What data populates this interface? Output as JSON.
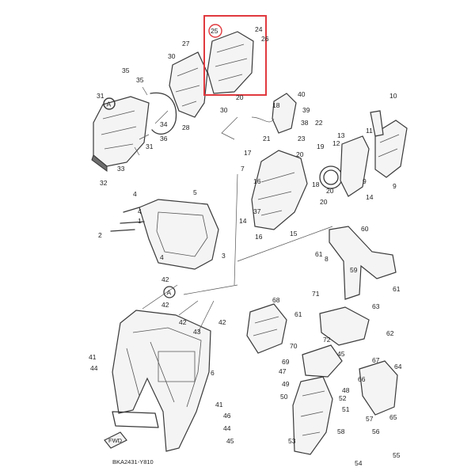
{
  "diagram": {
    "catalog_code": "BKA2431-Y810",
    "highlight_color": "#e0393e",
    "highlighted_part": "25",
    "callouts": [
      {
        "id": "c25",
        "text": "25"
      },
      {
        "id": "c24",
        "text": "24"
      },
      {
        "id": "c26",
        "text": "26"
      },
      {
        "id": "c27",
        "text": "27"
      },
      {
        "id": "c30a",
        "text": "30"
      },
      {
        "id": "c30b",
        "text": "30"
      },
      {
        "id": "c28",
        "text": "28"
      },
      {
        "id": "c20a",
        "text": "20"
      },
      {
        "id": "c35a",
        "text": "35"
      },
      {
        "id": "c35b",
        "text": "35"
      },
      {
        "id": "c31a",
        "text": "31"
      },
      {
        "id": "c34",
        "text": "34"
      },
      {
        "id": "c36",
        "text": "36"
      },
      {
        "id": "c31b",
        "text": "31"
      },
      {
        "id": "c33",
        "text": "33"
      },
      {
        "id": "c32",
        "text": "32"
      },
      {
        "id": "c40",
        "text": "40"
      },
      {
        "id": "c18a",
        "text": "18"
      },
      {
        "id": "c39",
        "text": "39"
      },
      {
        "id": "c38",
        "text": "38"
      },
      {
        "id": "c22",
        "text": "22"
      },
      {
        "id": "c21",
        "text": "21"
      },
      {
        "id": "c23",
        "text": "23"
      },
      {
        "id": "c17",
        "text": "17"
      },
      {
        "id": "c20b",
        "text": "20"
      },
      {
        "id": "c19",
        "text": "19"
      },
      {
        "id": "c12",
        "text": "12"
      },
      {
        "id": "c13",
        "text": "13"
      },
      {
        "id": "c11",
        "text": "11"
      },
      {
        "id": "c10",
        "text": "10"
      },
      {
        "id": "c9a",
        "text": "9"
      },
      {
        "id": "c9b",
        "text": "9"
      },
      {
        "id": "c7",
        "text": "7"
      },
      {
        "id": "c16",
        "text": "16"
      },
      {
        "id": "c18b",
        "text": "18"
      },
      {
        "id": "c20c",
        "text": "20"
      },
      {
        "id": "c20d",
        "text": "20"
      },
      {
        "id": "c14a",
        "text": "14"
      },
      {
        "id": "c14b",
        "text": "14"
      },
      {
        "id": "c37",
        "text": "37"
      },
      {
        "id": "c16b",
        "text": "16"
      },
      {
        "id": "c15",
        "text": "15"
      },
      {
        "id": "c4a",
        "text": "4"
      },
      {
        "id": "c5",
        "text": "5"
      },
      {
        "id": "c4b",
        "text": "4"
      },
      {
        "id": "c1",
        "text": "1"
      },
      {
        "id": "c2",
        "text": "2"
      },
      {
        "id": "c3",
        "text": "3"
      },
      {
        "id": "c4c",
        "text": "4"
      },
      {
        "id": "c42a",
        "text": "42"
      },
      {
        "id": "c42b",
        "text": "42"
      },
      {
        "id": "c42c",
        "text": "42"
      },
      {
        "id": "c42d",
        "text": "42"
      },
      {
        "id": "c43",
        "text": "43"
      },
      {
        "id": "c41a",
        "text": "41"
      },
      {
        "id": "c44",
        "text": "44"
      },
      {
        "id": "c6",
        "text": "6"
      },
      {
        "id": "c41b",
        "text": "41"
      },
      {
        "id": "c44b",
        "text": "44"
      },
      {
        "id": "c45",
        "text": "45"
      },
      {
        "id": "c46",
        "text": "46"
      },
      {
        "id": "c60",
        "text": "60"
      },
      {
        "id": "c61a",
        "text": "61"
      },
      {
        "id": "c8",
        "text": "8"
      },
      {
        "id": "c59",
        "text": "59"
      },
      {
        "id": "c61b",
        "text": "61"
      },
      {
        "id": "c71",
        "text": "71"
      },
      {
        "id": "c63",
        "text": "63"
      },
      {
        "id": "c68",
        "text": "68"
      },
      {
        "id": "c61c",
        "text": "61"
      },
      {
        "id": "c62",
        "text": "62"
      },
      {
        "id": "c70",
        "text": "70"
      },
      {
        "id": "c69",
        "text": "69"
      },
      {
        "id": "c72",
        "text": "72"
      },
      {
        "id": "c45b",
        "text": "45"
      },
      {
        "id": "c67",
        "text": "67"
      },
      {
        "id": "c64",
        "text": "64"
      },
      {
        "id": "c47",
        "text": "47"
      },
      {
        "id": "c49",
        "text": "49"
      },
      {
        "id": "c50",
        "text": "50"
      },
      {
        "id": "c48",
        "text": "48"
      },
      {
        "id": "c51",
        "text": "51"
      },
      {
        "id": "c66",
        "text": "66"
      },
      {
        "id": "c52",
        "text": "52"
      },
      {
        "id": "c57",
        "text": "57"
      },
      {
        "id": "c65",
        "text": "65"
      },
      {
        "id": "c53",
        "text": "53"
      },
      {
        "id": "c58",
        "text": "58"
      },
      {
        "id": "c54",
        "text": "54"
      },
      {
        "id": "c55",
        "text": "55"
      },
      {
        "id": "c56",
        "text": "56"
      }
    ],
    "markers": [
      {
        "id": "mA1",
        "text": "A"
      },
      {
        "id": "mA2",
        "text": "A"
      }
    ],
    "front_tag": "FWD"
  }
}
